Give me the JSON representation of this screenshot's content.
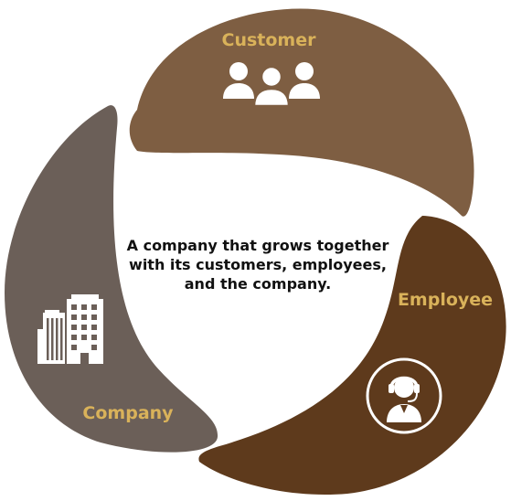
{
  "diagram": {
    "center_lines": [
      "A company that grows together",
      "with its customers, employees,",
      "and the company."
    ],
    "segments": [
      {
        "label": "Customer",
        "icon": "people-group-icon",
        "fill": "#7e5e42"
      },
      {
        "label": "Employee",
        "icon": "headset-agent-icon",
        "fill": "#5e3a1c"
      },
      {
        "label": "Company",
        "icon": "office-building-icon",
        "fill": "#6b5f58"
      }
    ],
    "label_color": "#d9b25a",
    "icon_color": "#ffffff"
  }
}
